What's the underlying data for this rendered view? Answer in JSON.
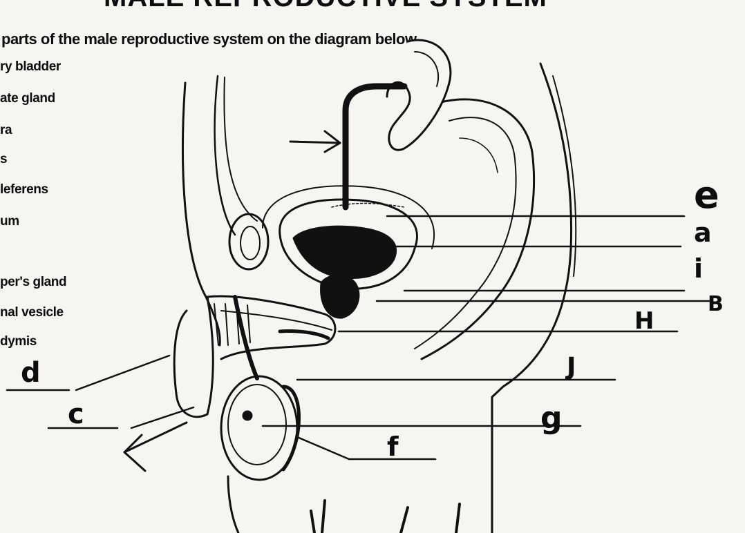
{
  "worksheet": {
    "title": "MALE REPRODUCTIVE SYSTEM",
    "instruction": "parts of the male reproductive system on the diagram below.",
    "word_list": [
      "ry bladder",
      "ate gland",
      "ra",
      "s",
      "leferens",
      "um",
      "",
      "per's gland",
      "nal vesicle",
      "dymis"
    ]
  },
  "diagram": {
    "handwritten_labels": {
      "e": "e",
      "a": "a",
      "i": "i",
      "b": "B",
      "h": "H",
      "j": "J",
      "g": "g",
      "f": "f",
      "d": "d",
      "c": "c"
    },
    "ink_color": "#111111",
    "paper_color": "#f6f5f1"
  }
}
